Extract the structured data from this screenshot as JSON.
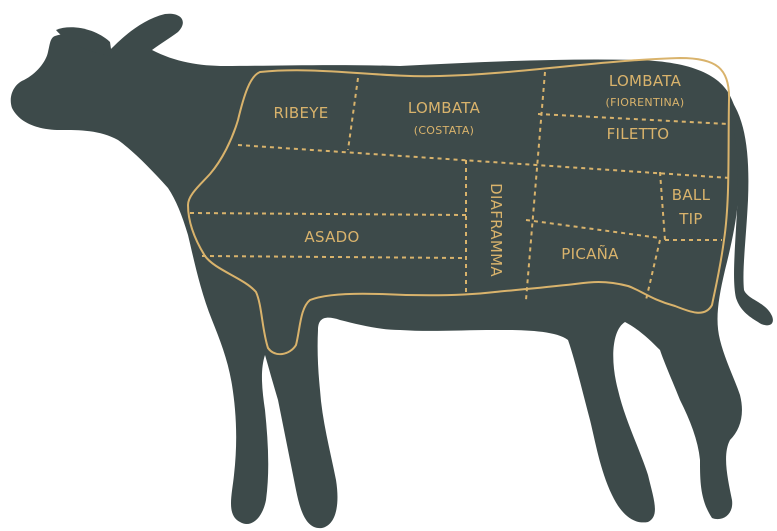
{
  "diagram": {
    "colors": {
      "background": "#ffffff",
      "cow_body": "#3d4a4a",
      "cut_lines": "#d9b36c",
      "labels": "#d9b36c"
    },
    "cuts": {
      "ribeye": {
        "label": "RIBEYE"
      },
      "lombata_costata": {
        "label": "LOMBATA",
        "sub": "(COSTATA)"
      },
      "lombata_fiorentina": {
        "label": "LOMBATA",
        "sub": "(FIORENTINA)"
      },
      "filetto": {
        "label": "FILETTO"
      },
      "ball_tip": {
        "label_line1": "BALL",
        "label_line2": "TIP"
      },
      "diaframma": {
        "label": "DIAFRAMMA"
      },
      "asado": {
        "label": "ASADO"
      },
      "picana": {
        "label": "PICAÑA"
      }
    }
  }
}
